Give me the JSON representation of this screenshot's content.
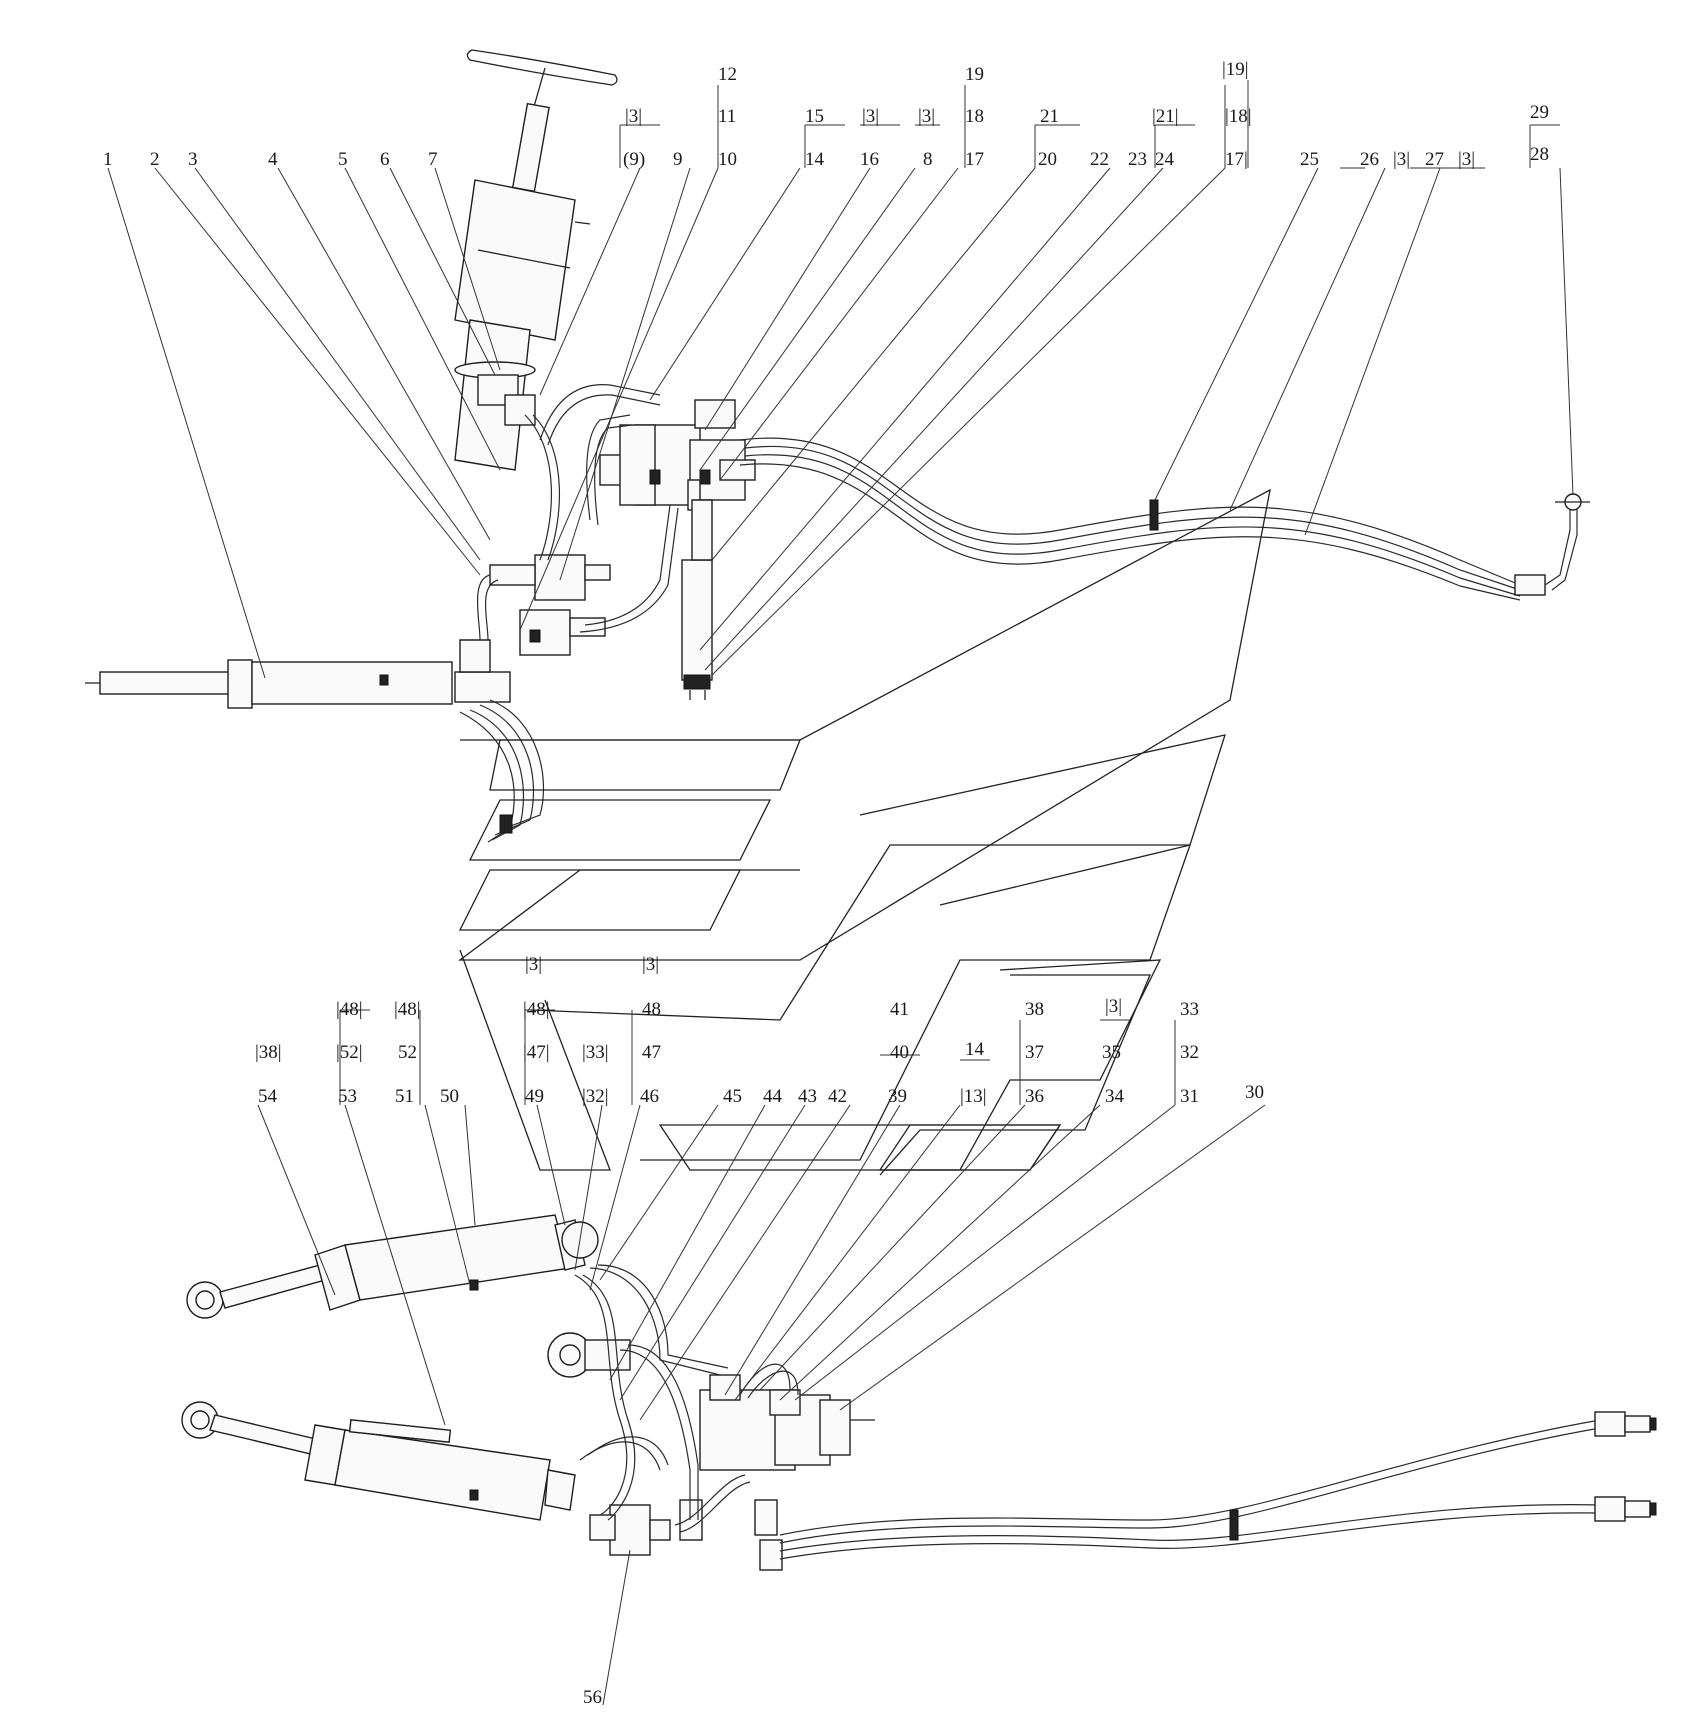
{
  "callouts": {
    "top": [
      "1",
      "2",
      "3",
      "4",
      "5",
      "6",
      "7",
      "(9)",
      "9",
      "10",
      "11",
      "12",
      "14",
      "15",
      "16",
      "8",
      "17",
      "18",
      "19",
      "20",
      "21",
      "22",
      "23",
      "24",
      "25",
      "26",
      "27",
      "28",
      "29"
    ],
    "bottom": [
      "30",
      "31",
      "32",
      "33",
      "34",
      "35",
      "36",
      "37",
      "38",
      "39",
      "40",
      "41",
      "42",
      "43",
      "44",
      "45",
      "46",
      "47",
      "48",
      "49",
      "50",
      "51",
      "52",
      "53",
      "54",
      "56"
    ],
    "bracketed": [
      "|3|",
      "|19|",
      "|18|",
      "17|",
      "|21|",
      "|48|",
      "|52|",
      "|38|",
      "|47|",
      "|33|",
      "|32|",
      "|13|",
      "14"
    ]
  }
}
